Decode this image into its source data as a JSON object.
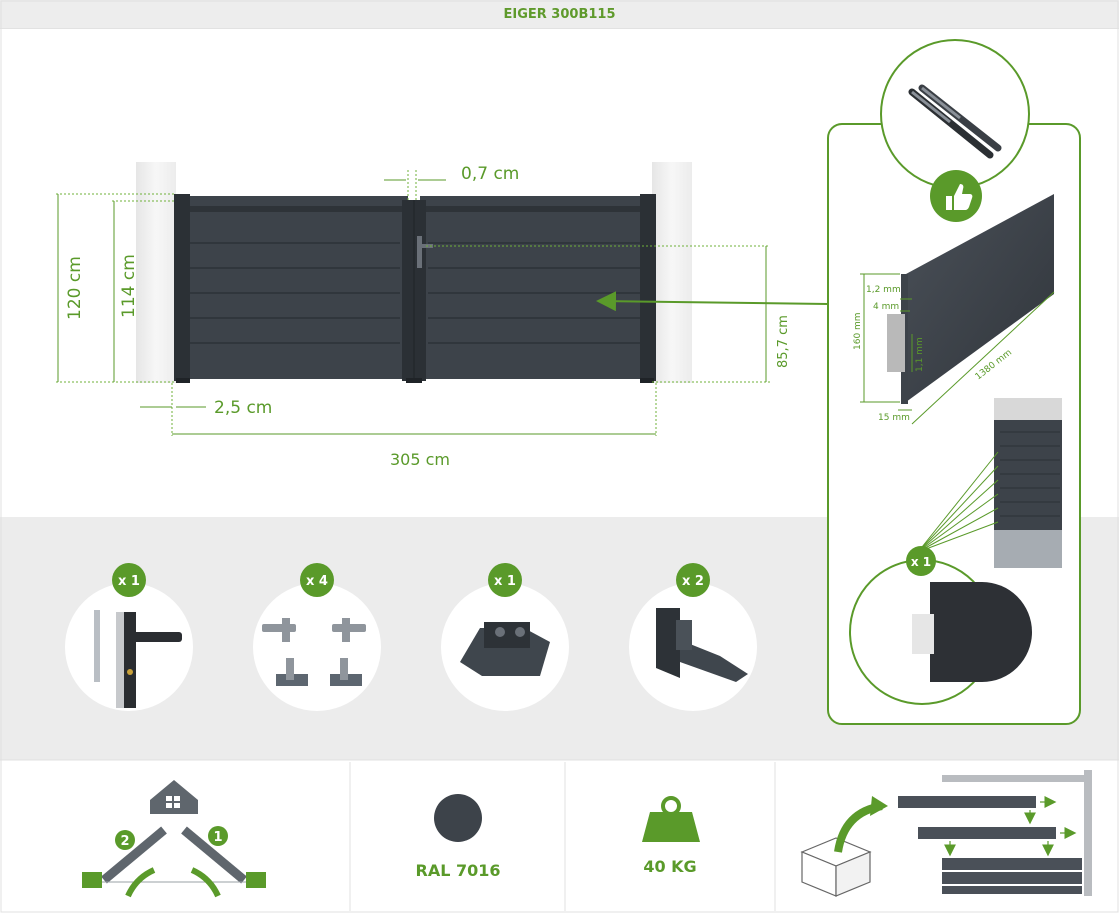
{
  "title": "EIGER 300B115",
  "colors": {
    "accent": "#5a9a2a",
    "panel": "#3d434a",
    "pillar": "#f3f3f3",
    "band": "#ececec"
  },
  "dimensions": {
    "height_total": "120 cm",
    "height_leaf": "114 cm",
    "gap_center": "0,7 cm",
    "handle_height": "85,7 cm",
    "pillar_gap": "2,5 cm",
    "width": "305 cm"
  },
  "profile": {
    "height": "160 mm",
    "thickness_top": "1,2 mm",
    "tongue": "4 mm",
    "wall": "1,1 mm",
    "depth": "15 mm",
    "length": "1380 mm",
    "motor_icon": "motor-arms-icon",
    "approval_icon": "thumbs-up-icon",
    "profile_quantity": "x 1"
  },
  "accessories": [
    {
      "qty": "x 1",
      "icon": "handle-lock-icon"
    },
    {
      "qty": "x 4",
      "icon": "hinge-icon"
    },
    {
      "qty": "x 1",
      "icon": "gate-stop-icon"
    },
    {
      "qty": "x 2",
      "icon": "leaf-holder-icon"
    }
  ],
  "specs": {
    "opening_icon": "house-icon",
    "step_1": "1",
    "step_2": "2",
    "color_name": "RAL 7016",
    "weight": "40 KG",
    "assembly_icon": "box-assembly-icon"
  }
}
